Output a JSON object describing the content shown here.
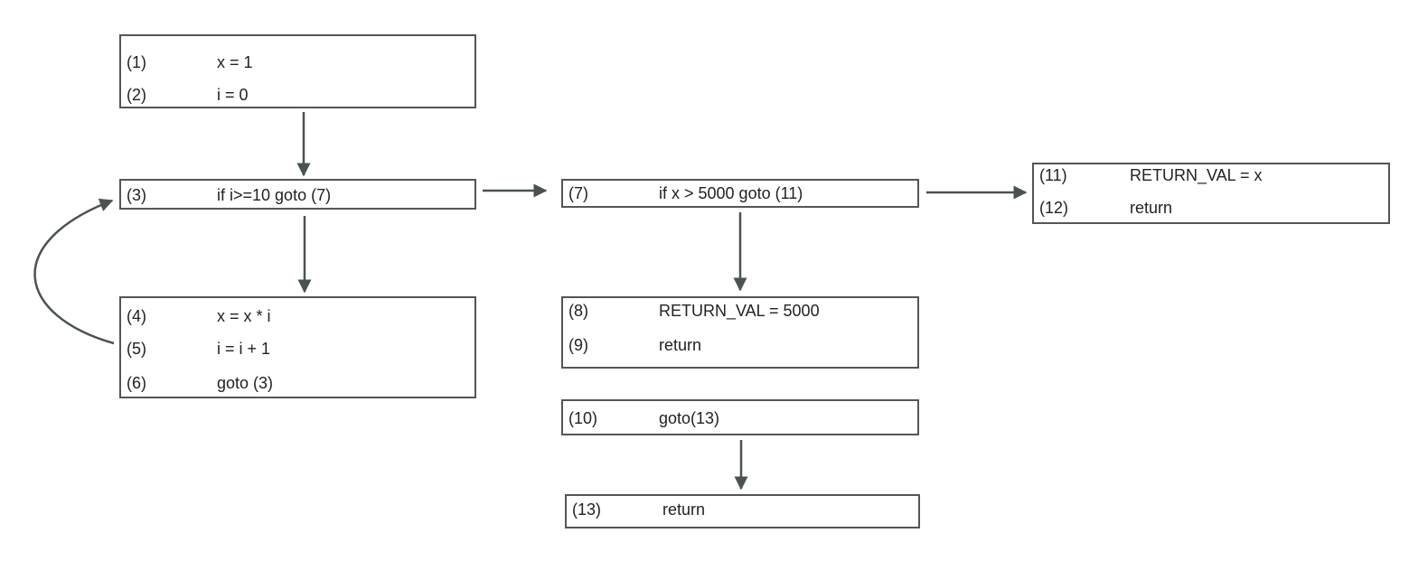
{
  "blocks": [
    {
      "id": "B1",
      "lines": [
        {
          "num": "(1)",
          "code": "x = 1"
        },
        {
          "num": "(2)",
          "code": "i = 0"
        }
      ]
    },
    {
      "id": "B2",
      "lines": [
        {
          "num": "(3)",
          "code": "if i>=10 goto (7)"
        }
      ]
    },
    {
      "id": "B3",
      "lines": [
        {
          "num": "(4)",
          "code": "x = x * i"
        },
        {
          "num": "(5)",
          "code": "i = i + 1"
        },
        {
          "num": "(6)",
          "code": "goto (3)"
        }
      ]
    },
    {
      "id": "B4",
      "lines": [
        {
          "num": "(7)",
          "code": "if x > 5000 goto (11)"
        }
      ]
    },
    {
      "id": "B5",
      "lines": [
        {
          "num": "(8)",
          "code": "RETURN_VAL = 5000"
        },
        {
          "num": "(9)",
          "code": "return"
        }
      ]
    },
    {
      "id": "B6",
      "lines": [
        {
          "num": "(10)",
          "code": "goto(13)"
        }
      ]
    },
    {
      "id": "B7",
      "lines": [
        {
          "num": "(13)",
          "code": "return"
        }
      ]
    },
    {
      "id": "B8",
      "lines": [
        {
          "num": "(11)",
          "code": "RETURN_VAL = x"
        },
        {
          "num": "(12)",
          "code": "return"
        }
      ]
    }
  ],
  "edges": [
    {
      "from": "B1",
      "to": "B2"
    },
    {
      "from": "B2",
      "to": "B3"
    },
    {
      "from": "B3",
      "to": "B2"
    },
    {
      "from": "B2",
      "to": "B4"
    },
    {
      "from": "B4",
      "to": "B5"
    },
    {
      "from": "B4",
      "to": "B8"
    },
    {
      "from": "B6",
      "to": "B7"
    }
  ],
  "colors": {
    "border": "#555555",
    "arrow": "#4a5350"
  }
}
